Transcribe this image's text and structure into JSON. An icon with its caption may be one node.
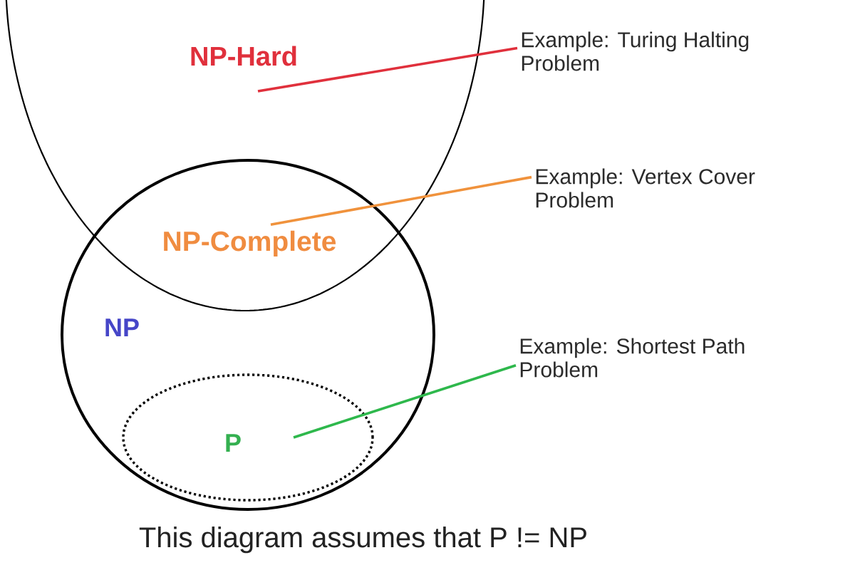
{
  "diagram": {
    "caption": "This diagram assumes that P != NP",
    "nodes": [
      {
        "text": [
          "NP-Hard"
        ]
      },
      {
        "text": [
          "Example: Turing Halting Problem"
        ]
      },
      {
        "text": [
          "Example: Vertex Cover Problem"
        ]
      },
      {
        "text": [
          "NP-Complete"
        ]
      },
      {
        "text": [
          "NP"
        ]
      },
      {
        "text": [
          "Example: Shortest Path Problem"
        ]
      },
      {
        "text": [
          "P"
        ],
        "in": 4
      }
    ],
    "edges": [
      {
        "from": 1,
        "to": 0,
        "arrow": "none",
        "color": "#e0303c"
      },
      {
        "from": 2,
        "to": 3,
        "arrow": "none",
        "color": "#f0923c"
      },
      {
        "from": 5,
        "to": 6,
        "arrow": "none",
        "color": "#2eb84c"
      }
    ]
  }
}
